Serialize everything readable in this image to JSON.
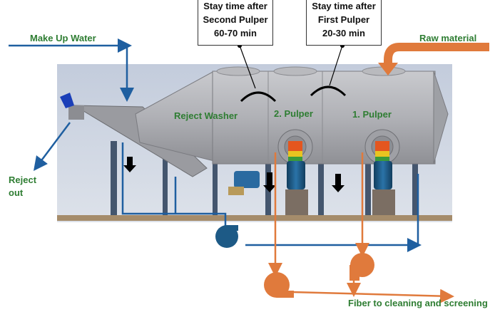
{
  "labels": {
    "make_up_water": "Make Up Water",
    "raw_material": "Raw material",
    "reject_out_line1": "Reject",
    "reject_out_line2": "out",
    "reject_washer": "Reject Washer",
    "pulper_2": "2. Pulper",
    "pulper_1": "1. Pulper",
    "fiber_output": "Fiber to cleaning and screening"
  },
  "callouts": {
    "second_pulper": {
      "line1": "Stay time after",
      "line2": "Second Pulper",
      "line3": "60-70 min"
    },
    "first_pulper": {
      "line1": "Stay time after",
      "line2": "First Pulper",
      "line3": "20-30 min"
    }
  },
  "colors": {
    "water_line": "#1f5fa0",
    "fiber_line": "#e07a3c",
    "label_green": "#2e7d32",
    "machine_body": "#a9aab0",
    "motor_blue": "#1d5a86"
  }
}
